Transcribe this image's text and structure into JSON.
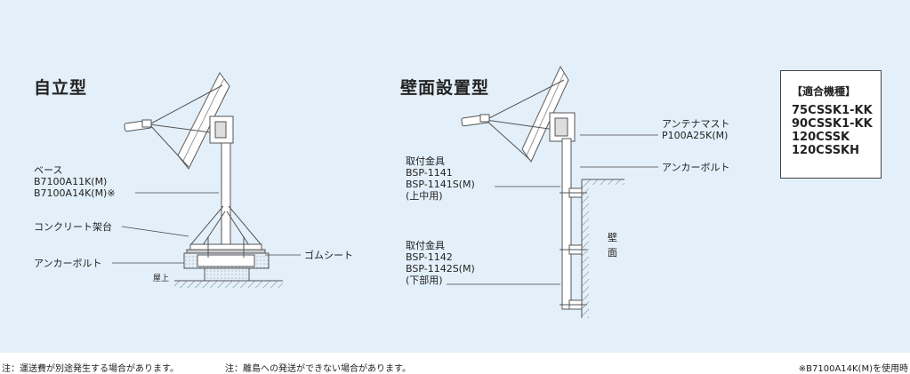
{
  "headings": {
    "standalone": "自立型",
    "wall": "壁面設置型"
  },
  "standalone_labels": {
    "base": [
      "ベース",
      "B7100A11K(M)",
      "B7100A14K(M)※"
    ],
    "concrete_stand": "コンクリート架台",
    "rubber_sheet": "ゴムシート",
    "anchor_bolt": "アンカーボルト",
    "rooftop": "屋上"
  },
  "wall_labels": {
    "mast": [
      "アンテナマスト",
      "P100A25K(M)"
    ],
    "anchor_bolt": "アンカーボルト",
    "bracket_upper": [
      "取付金具",
      "BSP-1141",
      "BSP-1141S(M)",
      "(上中用)"
    ],
    "bracket_lower": [
      "取付金具",
      "BSP-1142",
      "BSP-1142S(M)",
      "(下部用)"
    ],
    "wall": [
      "壁",
      "面"
    ]
  },
  "models": {
    "title": "【適合機種】",
    "items": [
      "75CSSK1-KK",
      "90CSSK1-KK",
      "120CSSK",
      "120CSSKH"
    ]
  },
  "footnotes": {
    "note1": "注：運送費が別途発生する場合があります。",
    "note2": "注：離島への発送ができない場合があります。",
    "note3": "※B7100A14K(M)を使用時"
  },
  "colors": {
    "panel_bg": "#e3f0fa",
    "line": "#555555",
    "hatch": "#777777"
  }
}
